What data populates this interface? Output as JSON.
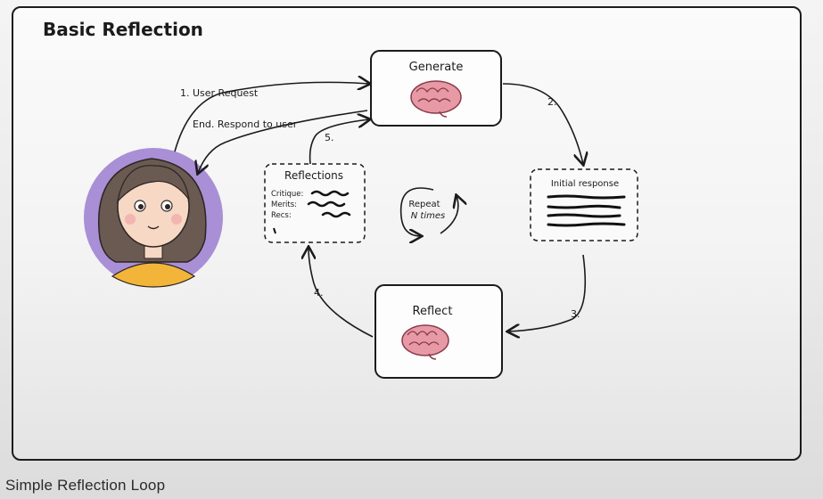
{
  "diagram": {
    "title": "Basic Reflection",
    "nodes": {
      "generate": "Generate",
      "reflect": "Reflect",
      "initial_response": "Initial response",
      "reflections": "Reflections"
    },
    "reflection_fields": [
      "Critique:",
      "Merits:",
      "Recs:"
    ],
    "edges": {
      "user_request": "1. User Request",
      "respond": "End. Respond to user",
      "step2": "2.",
      "step3": "3.",
      "step4": "4.",
      "step5": "5."
    },
    "loop_label": [
      "Repeat",
      "N times"
    ],
    "icons": [
      "brain-icon",
      "person-avatar-icon",
      "repeat-cycle-icon"
    ],
    "colors": {
      "brain": "#e79aa6",
      "avatar_bg": "#a98fd6",
      "hair": "#6a5a52",
      "shirt": "#f2b53a",
      "skin": "#f6d8c5"
    }
  },
  "caption": "Simple Reflection Loop"
}
